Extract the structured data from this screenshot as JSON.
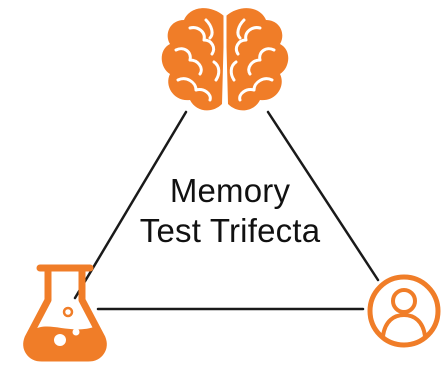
{
  "diagram": {
    "title_lines": [
      "Memory",
      "Test Trifecta"
    ],
    "nodes": [
      {
        "id": "top",
        "icon": "brain-icon"
      },
      {
        "id": "bottom-left",
        "icon": "flask-icon"
      },
      {
        "id": "bottom-right",
        "icon": "person-icon"
      }
    ]
  },
  "colors": {
    "accent": "#F07D28",
    "line": "#1A1A1A",
    "text": "#111111",
    "background": "#FFFFFF"
  }
}
